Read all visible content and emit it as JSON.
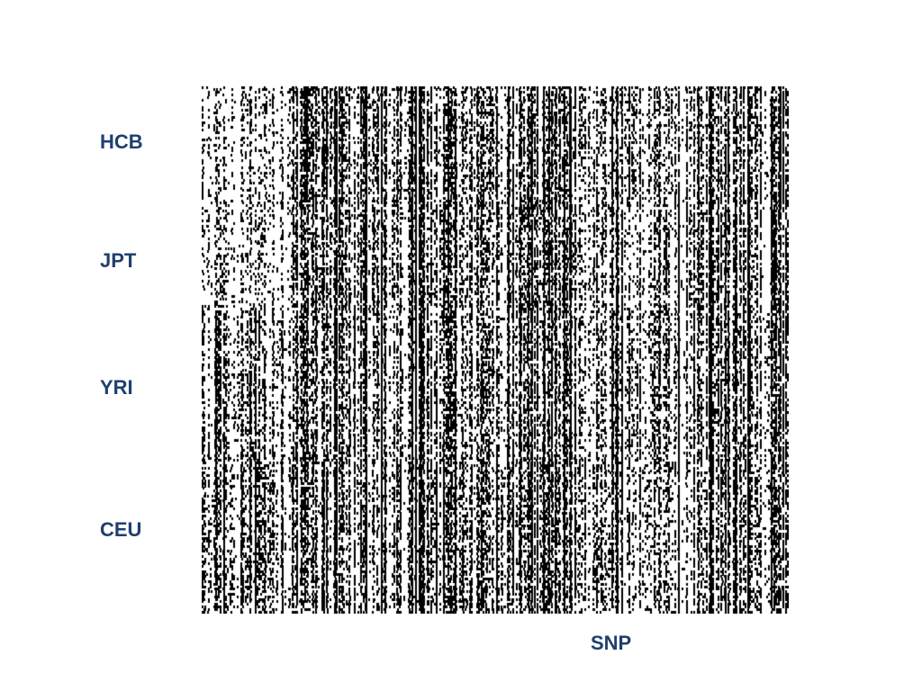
{
  "chart_data": {
    "type": "heatmap",
    "title": "",
    "xlabel": "SNP",
    "ylabel": "",
    "row_groups": [
      {
        "name": "HCB",
        "rows": 45
      },
      {
        "name": "JPT",
        "rows": 44
      },
      {
        "name": "YRI",
        "rows": 60
      },
      {
        "name": "CEU",
        "rows": 60
      }
    ],
    "snp_count": 500,
    "values": "binary genotype matrix (0 = white, 1 = black); individual cells not legible at this resolution",
    "colors": {
      "one": "#000000",
      "zero": "#ffffff"
    },
    "grid": false
  },
  "colors": {
    "label": "#1f3f6e"
  }
}
